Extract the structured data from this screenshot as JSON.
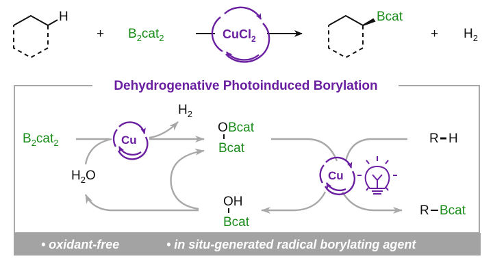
{
  "colors": {
    "text": "#111111",
    "boron_green": "#1a8c1a",
    "catalyst_purple": "#6a1fa0",
    "arrow_gray": "#a8a8a8",
    "frame_gray": "#a8a8a8",
    "banner_gray": "#a3a3a3",
    "banner_text": "#ffffff"
  },
  "top_equation": {
    "reactant1": {
      "label": "cyclohexane",
      "substituent": "H"
    },
    "plus1": "+",
    "reactant2": {
      "base": "B",
      "sub1": "2",
      "mid": "cat",
      "sub2": "2"
    },
    "catalyst": {
      "base": "CuCl",
      "sub": "2"
    },
    "product": {
      "label": "cyclohexyl-Bcat",
      "substituent": "Bcat"
    },
    "plus2": "+",
    "byproduct": {
      "base": "H",
      "sub": "2"
    }
  },
  "mechanism": {
    "title": "Dehydrogenative Photoinduced Borylation",
    "b2cat2": {
      "base": "B",
      "sub1": "2",
      "mid": "cat",
      "sub2": "2"
    },
    "cu_left": "Cu",
    "h2": {
      "base": "H",
      "sub": "2"
    },
    "h2o": {
      "base": "H",
      "sub": "2",
      "tail": "O"
    },
    "obcat_top": {
      "o": "O",
      "bcat": "Bcat"
    },
    "obcat_bottom": "Bcat",
    "oh": "OH",
    "oh_bcat": "Bcat",
    "cu_right": "Cu",
    "light_icon": "lightbulb-icon",
    "rh": {
      "r": "R",
      "h": "H"
    },
    "rbcat": {
      "r": "R",
      "bcat": "Bcat"
    }
  },
  "banner": {
    "point1": "• oxidant-free",
    "point2": "• in situ-generated radical borylating agent"
  }
}
